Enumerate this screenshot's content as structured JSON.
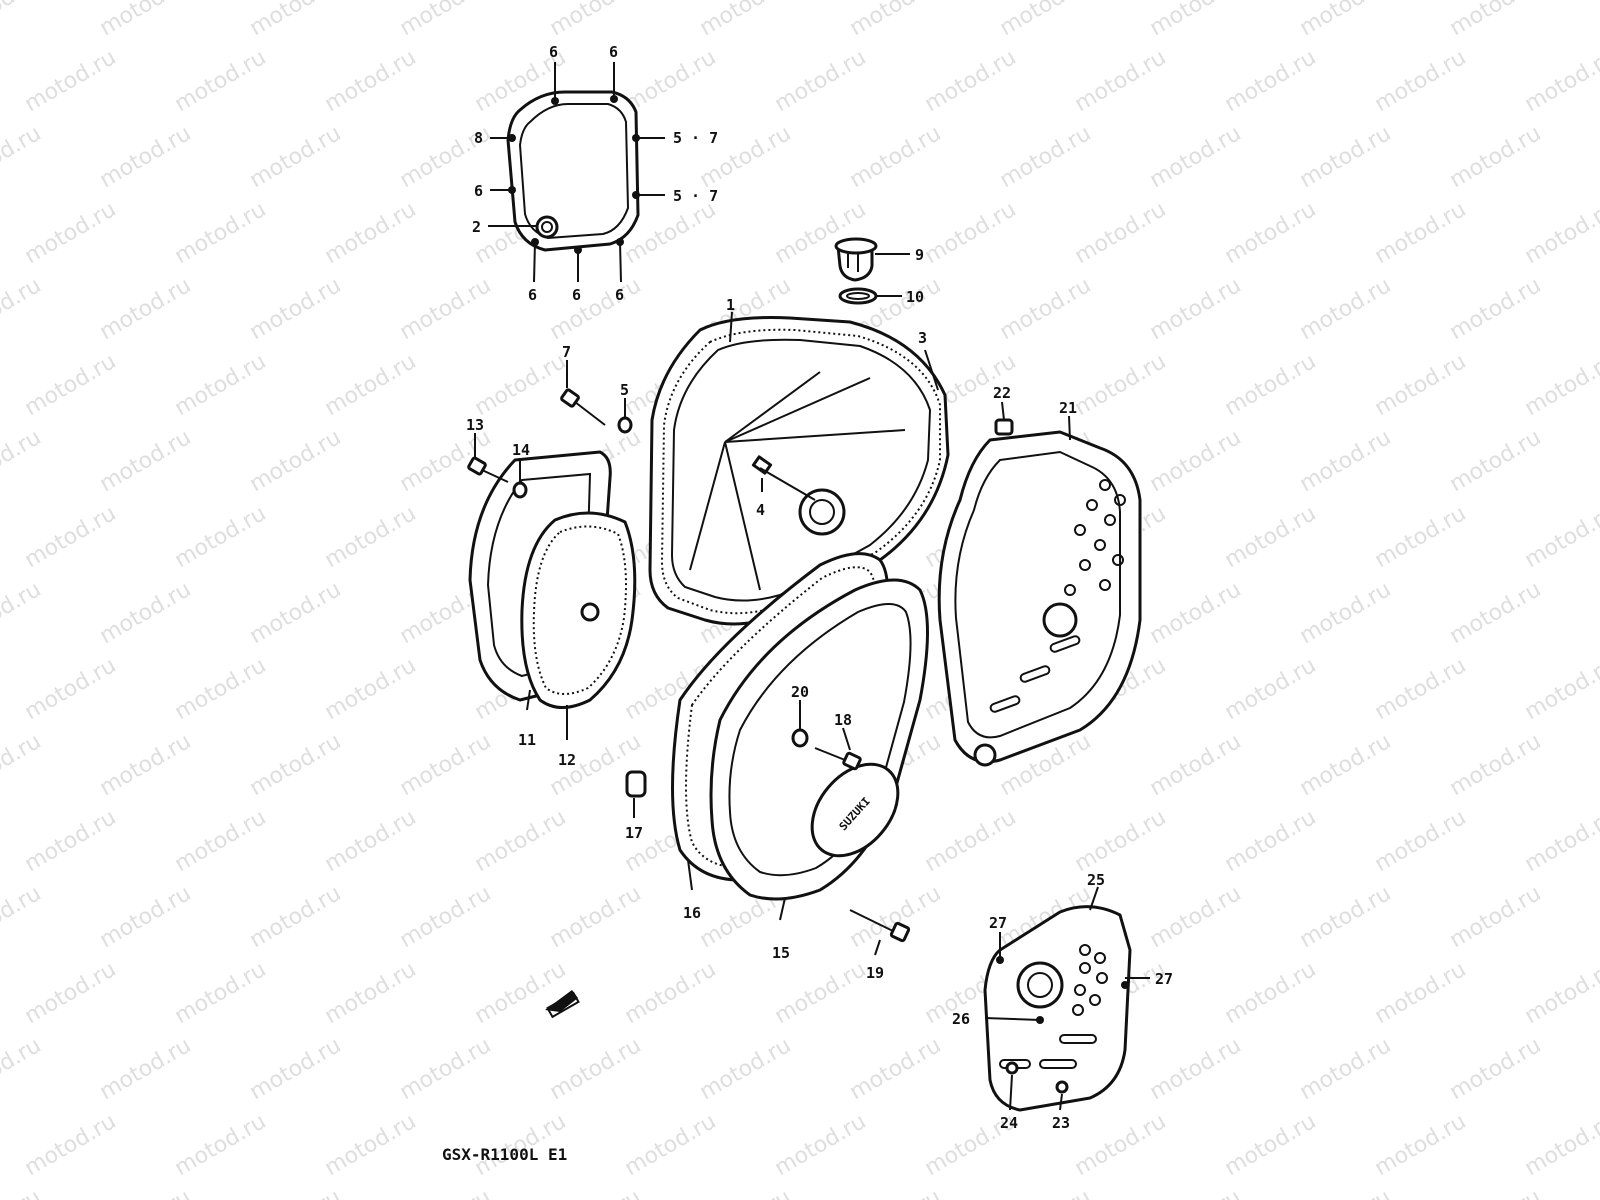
{
  "watermark": "motod.ru",
  "model_label": "GSX-R1100L E1",
  "callouts": [
    {
      "id": "c1",
      "text": "1"
    },
    {
      "id": "c2",
      "text": "2"
    },
    {
      "id": "c3",
      "text": "3"
    },
    {
      "id": "c4",
      "text": "4"
    },
    {
      "id": "c5",
      "text": "5"
    },
    {
      "id": "c5_7a",
      "text": "5 · 7"
    },
    {
      "id": "c5_7b",
      "text": "5 · 7"
    },
    {
      "id": "c6a",
      "text": "6"
    },
    {
      "id": "c6b",
      "text": "6"
    },
    {
      "id": "c6c",
      "text": "6"
    },
    {
      "id": "c6d",
      "text": "6"
    },
    {
      "id": "c6e",
      "text": "6"
    },
    {
      "id": "c6f",
      "text": "6"
    },
    {
      "id": "c7",
      "text": "7"
    },
    {
      "id": "c8",
      "text": "8"
    },
    {
      "id": "c9",
      "text": "9"
    },
    {
      "id": "c10",
      "text": "10"
    },
    {
      "id": "c11",
      "text": "11"
    },
    {
      "id": "c12",
      "text": "12"
    },
    {
      "id": "c13",
      "text": "13"
    },
    {
      "id": "c14",
      "text": "14"
    },
    {
      "id": "c15",
      "text": "15"
    },
    {
      "id": "c16",
      "text": "16"
    },
    {
      "id": "c17",
      "text": "17"
    },
    {
      "id": "c18",
      "text": "18"
    },
    {
      "id": "c19",
      "text": "19"
    },
    {
      "id": "c20",
      "text": "20"
    },
    {
      "id": "c21",
      "text": "21"
    },
    {
      "id": "c22",
      "text": "22"
    },
    {
      "id": "c23",
      "text": "23"
    },
    {
      "id": "c24",
      "text": "24"
    },
    {
      "id": "c25",
      "text": "25"
    },
    {
      "id": "c26",
      "text": "26"
    },
    {
      "id": "c27a",
      "text": "27"
    },
    {
      "id": "c27b",
      "text": "27"
    }
  ]
}
